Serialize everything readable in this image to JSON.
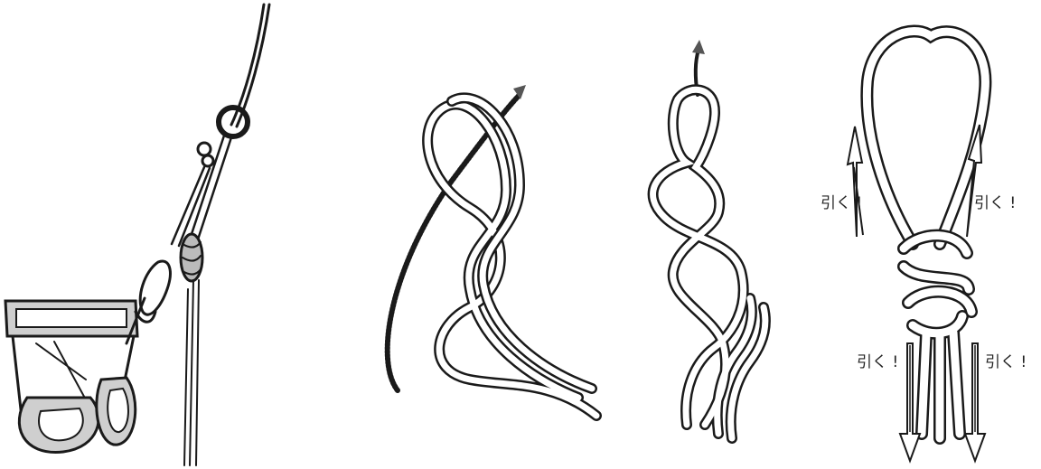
{
  "labels": {
    "pull_upper_left": "引く !",
    "pull_upper_right": "引く !",
    "pull_lower_left": "引く !",
    "pull_lower_right": "引く !"
  },
  "colors": {
    "ink": "#1a1a1a",
    "harness_fill": "#cfcfcf",
    "rope_fill": "#ffffff",
    "arrow_dark": "#555555"
  },
  "icons": {
    "panel_1": "harness-belay-icon",
    "panel_2": "figure-eight-loop-start-icon",
    "panel_3": "figure-eight-dressing-icon",
    "panel_4": "figure-eight-tightening-icon"
  }
}
